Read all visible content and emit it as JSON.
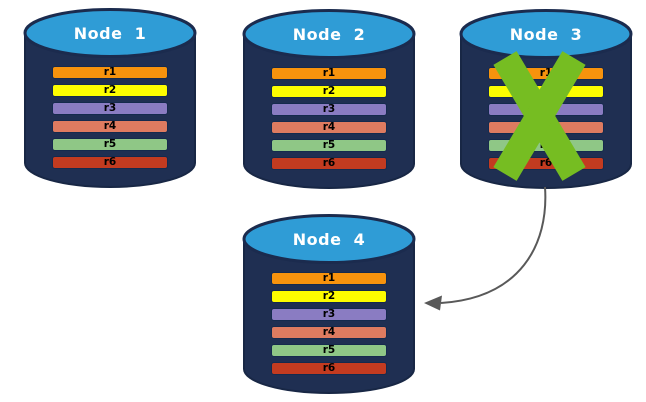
{
  "canvas": {
    "background": "#FFFFFF"
  },
  "colors": {
    "cylinder_body": "#1F2F52",
    "cylinder_top": "#2F9CD6",
    "cylinder_outline": "#1B2B4E",
    "node_label_text": "#FFFFFF",
    "row_label_text": "#000000",
    "failure_x": "#76BD22",
    "arrow": "#595959"
  },
  "row_colors": [
    "#F7930D",
    "#FDFD00",
    "#8A7CC2",
    "#DE7B60",
    "#8FC786",
    "#C33B20"
  ],
  "nodes": [
    {
      "label": "Node  1",
      "rows": [
        "r1",
        "r2",
        "r3",
        "r4",
        "r5",
        "r6"
      ]
    },
    {
      "label": "Node  2",
      "rows": [
        "r1",
        "r2",
        "r3",
        "r4",
        "r5",
        "r6"
      ]
    },
    {
      "label": "Node  3",
      "rows": [
        "r1",
        "r2",
        "r3",
        "r4",
        "r5",
        "r6"
      ]
    },
    {
      "label": "Node  4",
      "rows": [
        "r1",
        "r2",
        "r3",
        "r4",
        "r5",
        "r6"
      ]
    }
  ],
  "annotations": {
    "failure_x_on": "Node  3",
    "arrow": {
      "from": "Node  3",
      "to": "Node  4"
    }
  }
}
